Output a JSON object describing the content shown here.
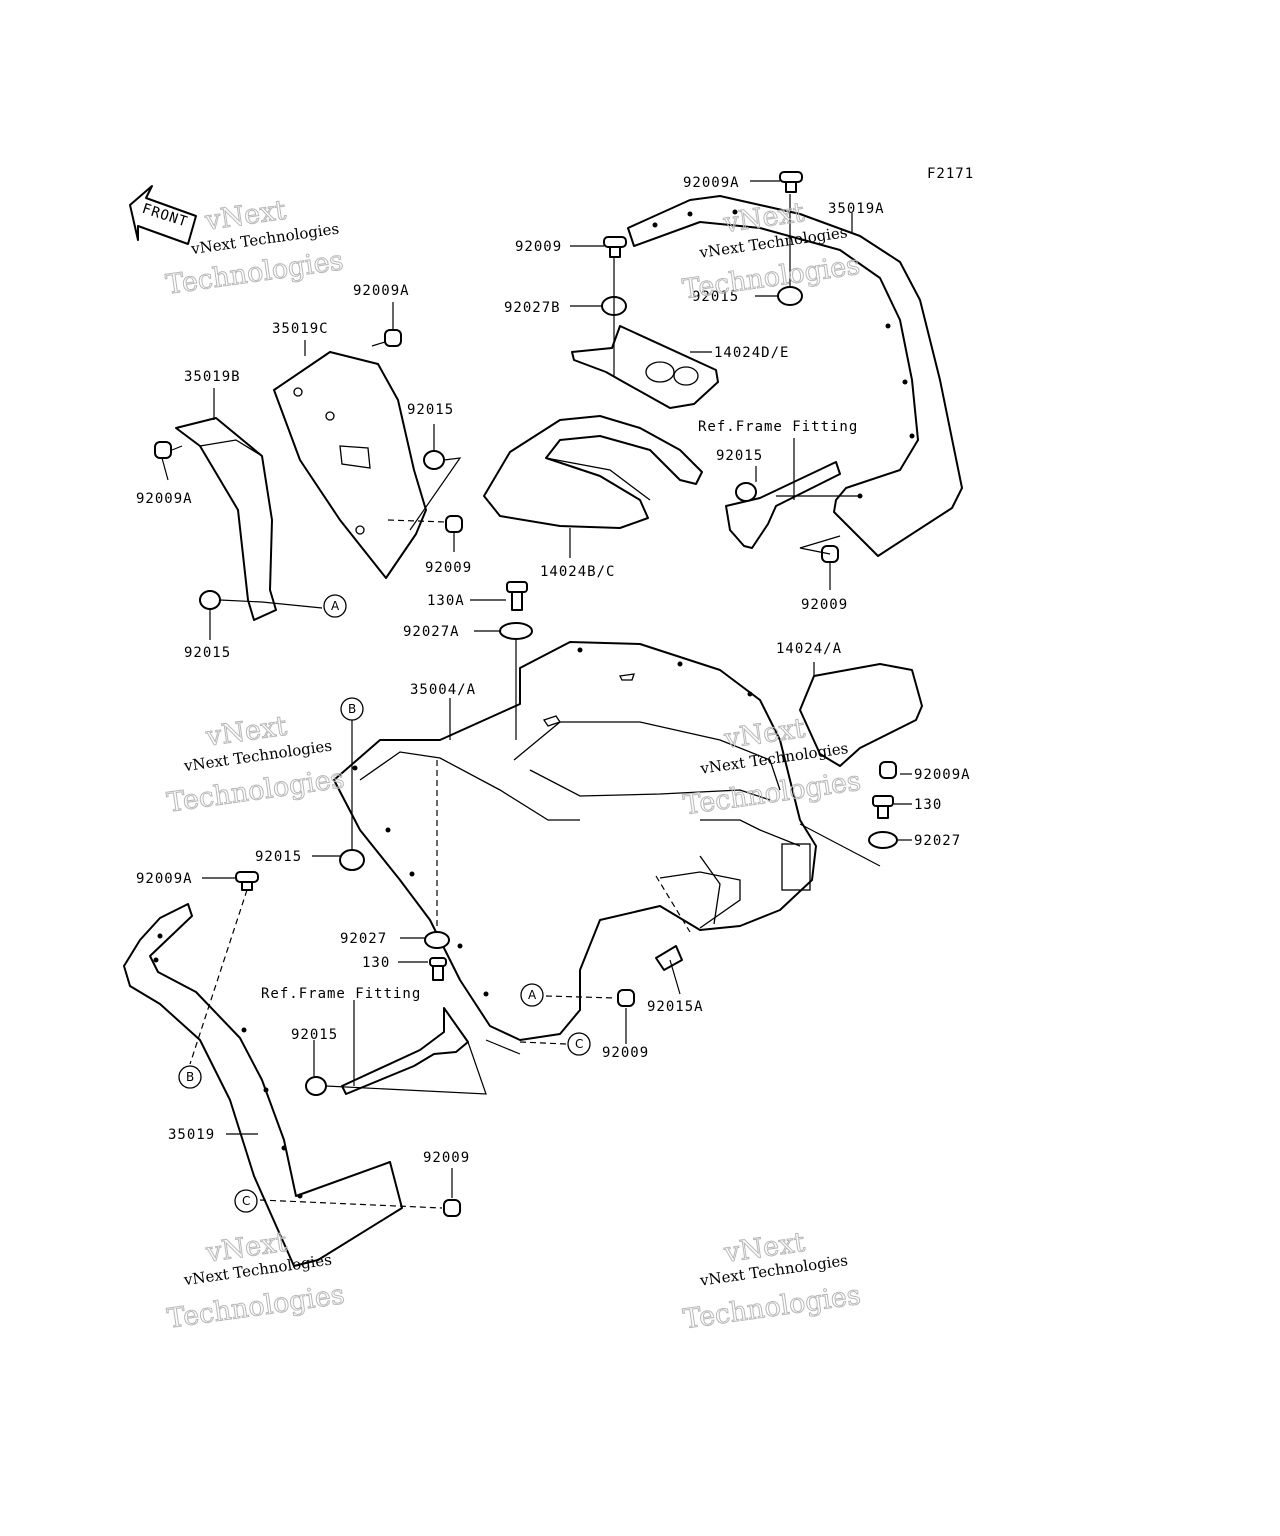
{
  "figure_code": "F2171",
  "front_label": "FRONT",
  "watermark": {
    "line1": "vNext Technologies",
    "line2": "vNext",
    "line3": "Technologies"
  },
  "callouts": {
    "a": "A",
    "b": "B",
    "c": "C"
  },
  "labels": {
    "l_92009A_top": "92009A",
    "l_35019A": "35019A",
    "l_92009_top": "92009",
    "l_92027B": "92027B",
    "l_92015_top": "92015",
    "l_14024DE": "14024D/E",
    "l_92009A_left": "92009A",
    "l_35019C": "35019C",
    "l_35019B": "35019B",
    "l_92015_mid": "92015",
    "l_ref_frame_1": "Ref.Frame Fitting",
    "l_92015_ref1": "92015",
    "l_92009A_b": "92009A",
    "l_92009_mid": "92009",
    "l_14024BC": "14024B/C",
    "l_92009_right": "92009",
    "l_92015_left": "92015",
    "l_130A": "130A",
    "l_92027A": "92027A",
    "l_14024A": "14024/A",
    "l_35004A": "35004/A",
    "l_92009A_r": "92009A",
    "l_130_r": "130",
    "l_92027_r": "92027",
    "l_92015_c": "92015",
    "l_92009A_low": "92009A",
    "l_92027_c": "92027",
    "l_130_c": "130",
    "l_ref_frame_2": "Ref.Frame Fitting",
    "l_92015A": "92015A",
    "l_92015_low": "92015",
    "l_92009_c": "92009",
    "l_35019": "35019",
    "l_92009_bot": "92009"
  }
}
